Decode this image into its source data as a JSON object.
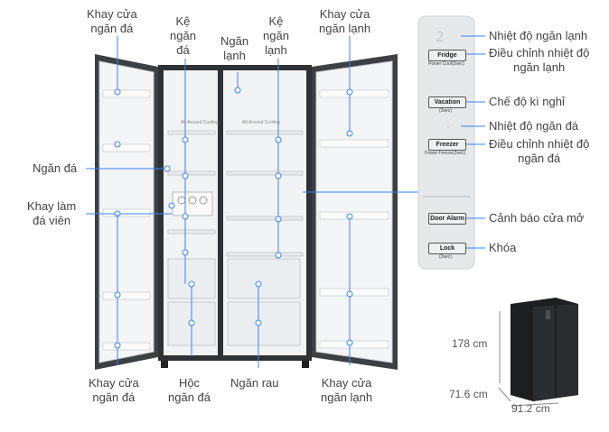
{
  "labels": {
    "khay_cua_ngan_da_top": "Khay cửa\nngăn đá",
    "ke_ngan_da_top": "Kệ\nngăn\nđá",
    "ngan_lanh_top": "Ngăn\nlạnh",
    "ke_ngan_lanh_top": "Kệ\nngăn\nlạnh",
    "khay_cua_ngan_lanh_top": "Khay cửa\nngăn lạnh",
    "ngan_da": "Ngăn đá",
    "khay_lam_da_vien": "Khay làm\nđá viên",
    "khay_cua_ngan_da_bottom": "Khay cửa\nngăn đá",
    "hoc_ngan_da": "Hộc\nngăn đá",
    "ngan_rau": "Ngăn rau",
    "khay_cua_ngan_lanh_bottom": "Khay cửa\nngăn lạnh"
  },
  "panel": {
    "display_fridge": "2",
    "display_freezer": "-",
    "buttons": {
      "fridge": "Fridge",
      "fridge_sub": "Power Cool(3sec)",
      "vacation": "Vacation",
      "vacation_sub": "(3sec)",
      "freezer": "Freezer",
      "freezer_sub": "Power Freeze(3sec)",
      "door_alarm": "Door Alarm",
      "lock": "Lock",
      "lock_sub": "(3sec)"
    },
    "callouts": {
      "nhiet_do_ngan_lanh": "Nhiệt độ ngăn lạnh",
      "dieu_chinh_ngan_lanh": "Điều chỉnh nhiệt độ\nngăn lạnh",
      "che_do_ki_nghi": "Chế độ kì nghỉ",
      "nhiet_do_ngan_da": "Nhiệt độ ngăn đá",
      "dieu_chinh_ngan_da": "Điều chỉnh nhiệt độ\nngăn đá",
      "canh_bao_cua_mo": "Cảnh báo cửa mở",
      "khoa": "Khóa"
    }
  },
  "interior_text": {
    "left": "All-Around Cooling",
    "right": "All-Around Cooling"
  },
  "dimensions": {
    "height": "178 cm",
    "depth": "71.6 cm",
    "width": "91.2 cm"
  },
  "colors": {
    "accent": "#3b82f6",
    "fridge_body": "#3a3d40",
    "panel_bg": "#e6e8ea"
  }
}
